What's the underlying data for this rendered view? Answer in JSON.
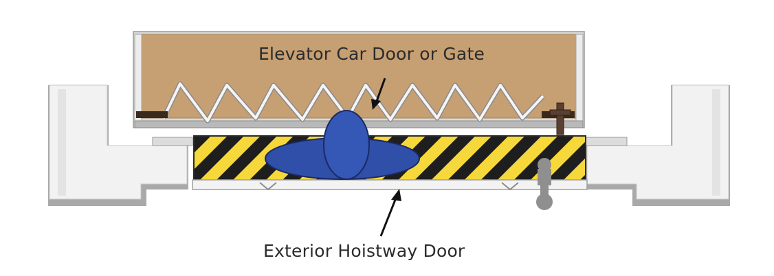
{
  "labels": {
    "car_door": "Elevator Car Door or Gate",
    "hoistway_door": "Exterior Hoistway Door"
  },
  "colors": {
    "car_panel": "#c69f73",
    "car_frame": "#d9d9d9",
    "hazard_yellow": "#f6d83a",
    "hazard_black": "#1e1e1e",
    "person_blue": "#2f4fa8",
    "person_outline": "#1b2a63",
    "wall_fill": "#f2f2f2",
    "wall_shadow": "#a9a9a9",
    "gate_steel": "#e4e4e4",
    "latch_brown": "#5a4030",
    "pin_gray": "#8f8f8f"
  },
  "icons": {
    "person": "person-top-view-icon",
    "hazard": "hazard-stripes",
    "arrow_car": "arrow-up-right",
    "arrow_hoistway": "arrow-up-right"
  }
}
